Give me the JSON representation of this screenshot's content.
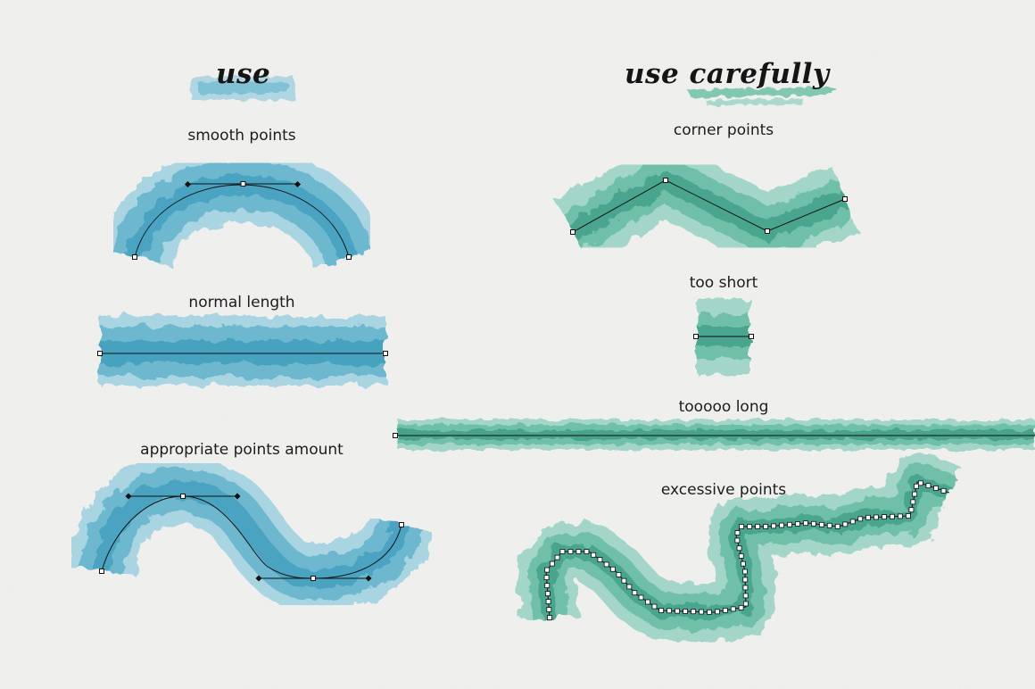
{
  "headings": {
    "use": "use",
    "use_carefully": "use carefully"
  },
  "examples": {
    "smooth_points": "smooth points",
    "normal_length": "normal length",
    "appropriate_points_amount": "appropriate points amount",
    "corner_points": "corner points",
    "too_short": "too short",
    "toooo_long": "tooooo long",
    "excessive_points": "excessive points"
  },
  "colors": {
    "paper": "#f2f2f0",
    "blue_light": "#a9d4e2",
    "blue_mid": "#6db8cf",
    "blue_dark": "#3f9dbd",
    "teal_light": "#a3d6c8",
    "teal_mid": "#6fbfa8",
    "teal_dark": "#3f9f86",
    "path_line": "#111111"
  }
}
